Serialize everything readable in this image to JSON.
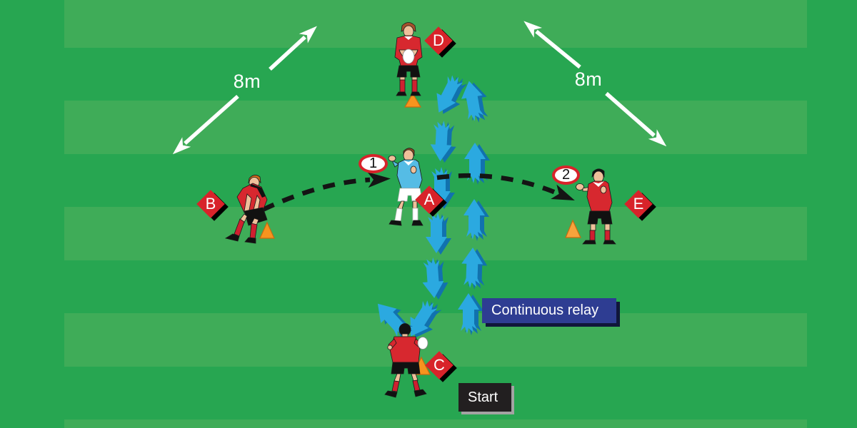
{
  "drill": {
    "distance_labels": {
      "left": "8m",
      "right": "8m"
    },
    "captions": {
      "relay": "Continuous relay",
      "start": "Start"
    },
    "badges": {
      "a": "A",
      "b": "B",
      "c": "C",
      "d": "D",
      "e": "E"
    },
    "sequence_markers": {
      "first": "1",
      "second": "2"
    }
  },
  "colors": {
    "field_base": "#27a651",
    "field_stripe_light": "#3fac58",
    "badge_red": "#d8232a",
    "relay_box_blue": "#2e3d92",
    "start_box_black": "#221f20",
    "relay_arrow_light_blue": "#2ba9e0",
    "relay_arrow_dark_blue": "#1172ae",
    "cone_orange": "#f7941e",
    "pass_arrow_black": "#141414",
    "measure_arrow_white": "#ffffff",
    "jersey_red": "#d7282f",
    "jersey_blue": "#55bce5"
  }
}
